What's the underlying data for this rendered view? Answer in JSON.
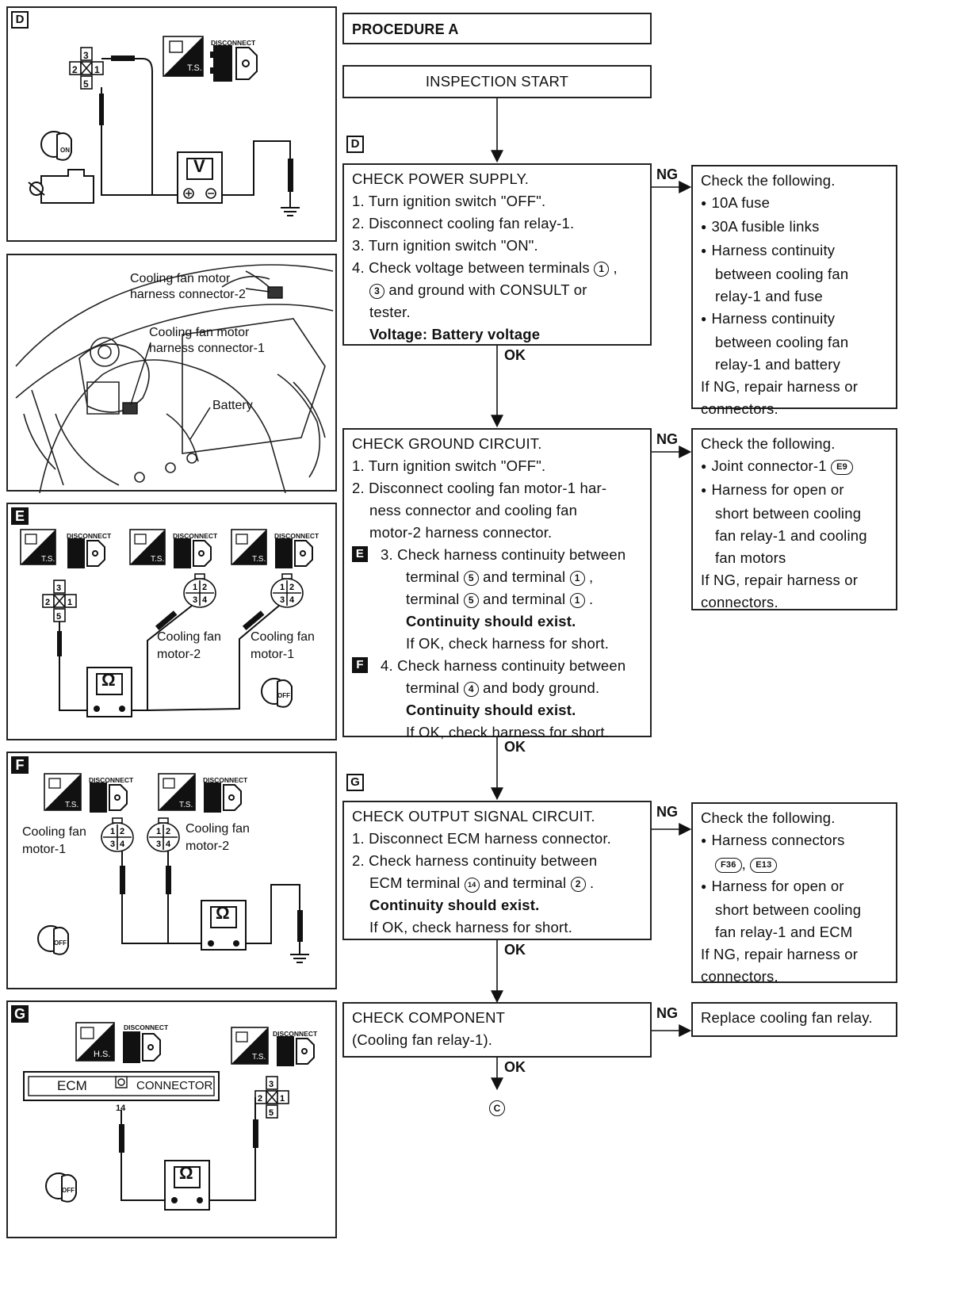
{
  "panels": {
    "D": {
      "tag": "D",
      "disconnect": "DISCONNECT",
      "ts": "T.S.",
      "meter": "V",
      "on": "ON",
      "relay_pins": [
        "3",
        "2",
        "1",
        "5"
      ]
    },
    "photo": {
      "label_cfm2_l1": "Cooling fan motor",
      "label_cfm2_l2": "harness connector-2",
      "label_cfm1_l1": "Cooling fan motor",
      "label_cfm1_l2": "harness connector-1",
      "label_battery": "Battery"
    },
    "E": {
      "tag": "E",
      "disconnect": "DISCONNECT",
      "ts": "T.S.",
      "meter": "Ω",
      "motor2_l1": "Cooling fan",
      "motor2_l2": "motor-2",
      "motor1_l1": "Cooling fan",
      "motor1_l2": "motor-1",
      "off": "OFF"
    },
    "F": {
      "tag": "F",
      "disconnect": "DISCONNECT",
      "ts": "T.S.",
      "meter": "Ω",
      "motor1_l1": "Cooling fan",
      "motor1_l2": "motor-1",
      "motor2_l1": "Cooling fan",
      "motor2_l2": "motor-2",
      "off": "OFF"
    },
    "G": {
      "tag": "G",
      "disconnect": "DISCONNECT",
      "hs": "H.S.",
      "ts": "T.S.",
      "ecm": "ECM",
      "connector": "CONNECTOR",
      "pin14": "14",
      "meter": "Ω",
      "off": "OFF"
    }
  },
  "flow": {
    "procedure": "PROCEDURE A",
    "start": "INSPECTION START",
    "tag_D": "D",
    "tag_G": "G",
    "ng": "NG",
    "ok": "OK",
    "end_symbol": "C",
    "step1": {
      "title": "CHECK POWER SUPPLY.",
      "l1": "1. Turn ignition switch \"OFF\".",
      "l2": "2. Disconnect cooling fan relay-1.",
      "l3": "3. Turn ignition switch \"ON\".",
      "l4a": "4. Check voltage between terminals",
      "t1": "1",
      "t3": "3",
      "l5": "and ground with CONSULT or",
      "l6": "tester.",
      "spec": "Voltage: Battery voltage"
    },
    "ng1": {
      "title": "Check the following.",
      "b1": "10A fuse",
      "b2": "30A fusible links",
      "b3a": "Harness continuity",
      "b3b": "between cooling fan",
      "b3c": "relay-1 and fuse",
      "b4a": "Harness continuity",
      "b4b": "between cooling fan",
      "b4c": "relay-1 and battery",
      "f1": "If NG, repair harness or",
      "f2": "connectors."
    },
    "step2": {
      "title": "CHECK GROUND CIRCUIT.",
      "l1": "1. Turn ignition switch \"OFF\".",
      "l2a": "2. Disconnect cooling fan motor-1 har-",
      "l2b": "ness connector and cooling fan",
      "l2c": "motor-2 harness connector.",
      "tagE": "E",
      "l3": "3. Check harness continuity between",
      "l4a": "terminal",
      "t5": "5",
      "l4b": "and terminal",
      "t1": "1",
      "spec1": "Continuity should exist.",
      "short1": "If OK, check harness for short.",
      "tagF": "F",
      "l6": "4. Check harness continuity between",
      "l7a": "terminal",
      "t4": "4",
      "l7b": "and body ground.",
      "spec2": "Continuity should exist.",
      "short2": "If OK, check harness for short."
    },
    "ng2": {
      "title": "Check the following.",
      "b1": "Joint connector-1",
      "conn": "E9",
      "b2a": "Harness for open or",
      "b2b": "short between cooling",
      "b2c": "fan relay-1 and cooling",
      "b2d": "fan motors",
      "f1": "If NG, repair harness or",
      "f2": "connectors."
    },
    "step3": {
      "title": "CHECK OUTPUT SIGNAL CIRCUIT.",
      "l1": "1. Disconnect ECM harness connector.",
      "l2": "2. Check harness continuity between",
      "l3a": "ECM terminal",
      "t14": "14",
      "l3b": "and terminal",
      "t2": "2",
      "spec": "Continuity should exist.",
      "short": "If OK, check harness for short."
    },
    "ng3": {
      "title": "Check the following.",
      "b1": "Harness connectors",
      "c1": "F36",
      "c2": "E13",
      "b2a": "Harness for open or",
      "b2b": "short between cooling",
      "b2c": "fan relay-1 and ECM",
      "f1": "If NG, repair harness or",
      "f2": "connectors."
    },
    "step4": {
      "title": "CHECK COMPONENT",
      "l1": "(Cooling fan relay-1)."
    },
    "ng4": {
      "text": "Replace cooling fan relay."
    }
  }
}
